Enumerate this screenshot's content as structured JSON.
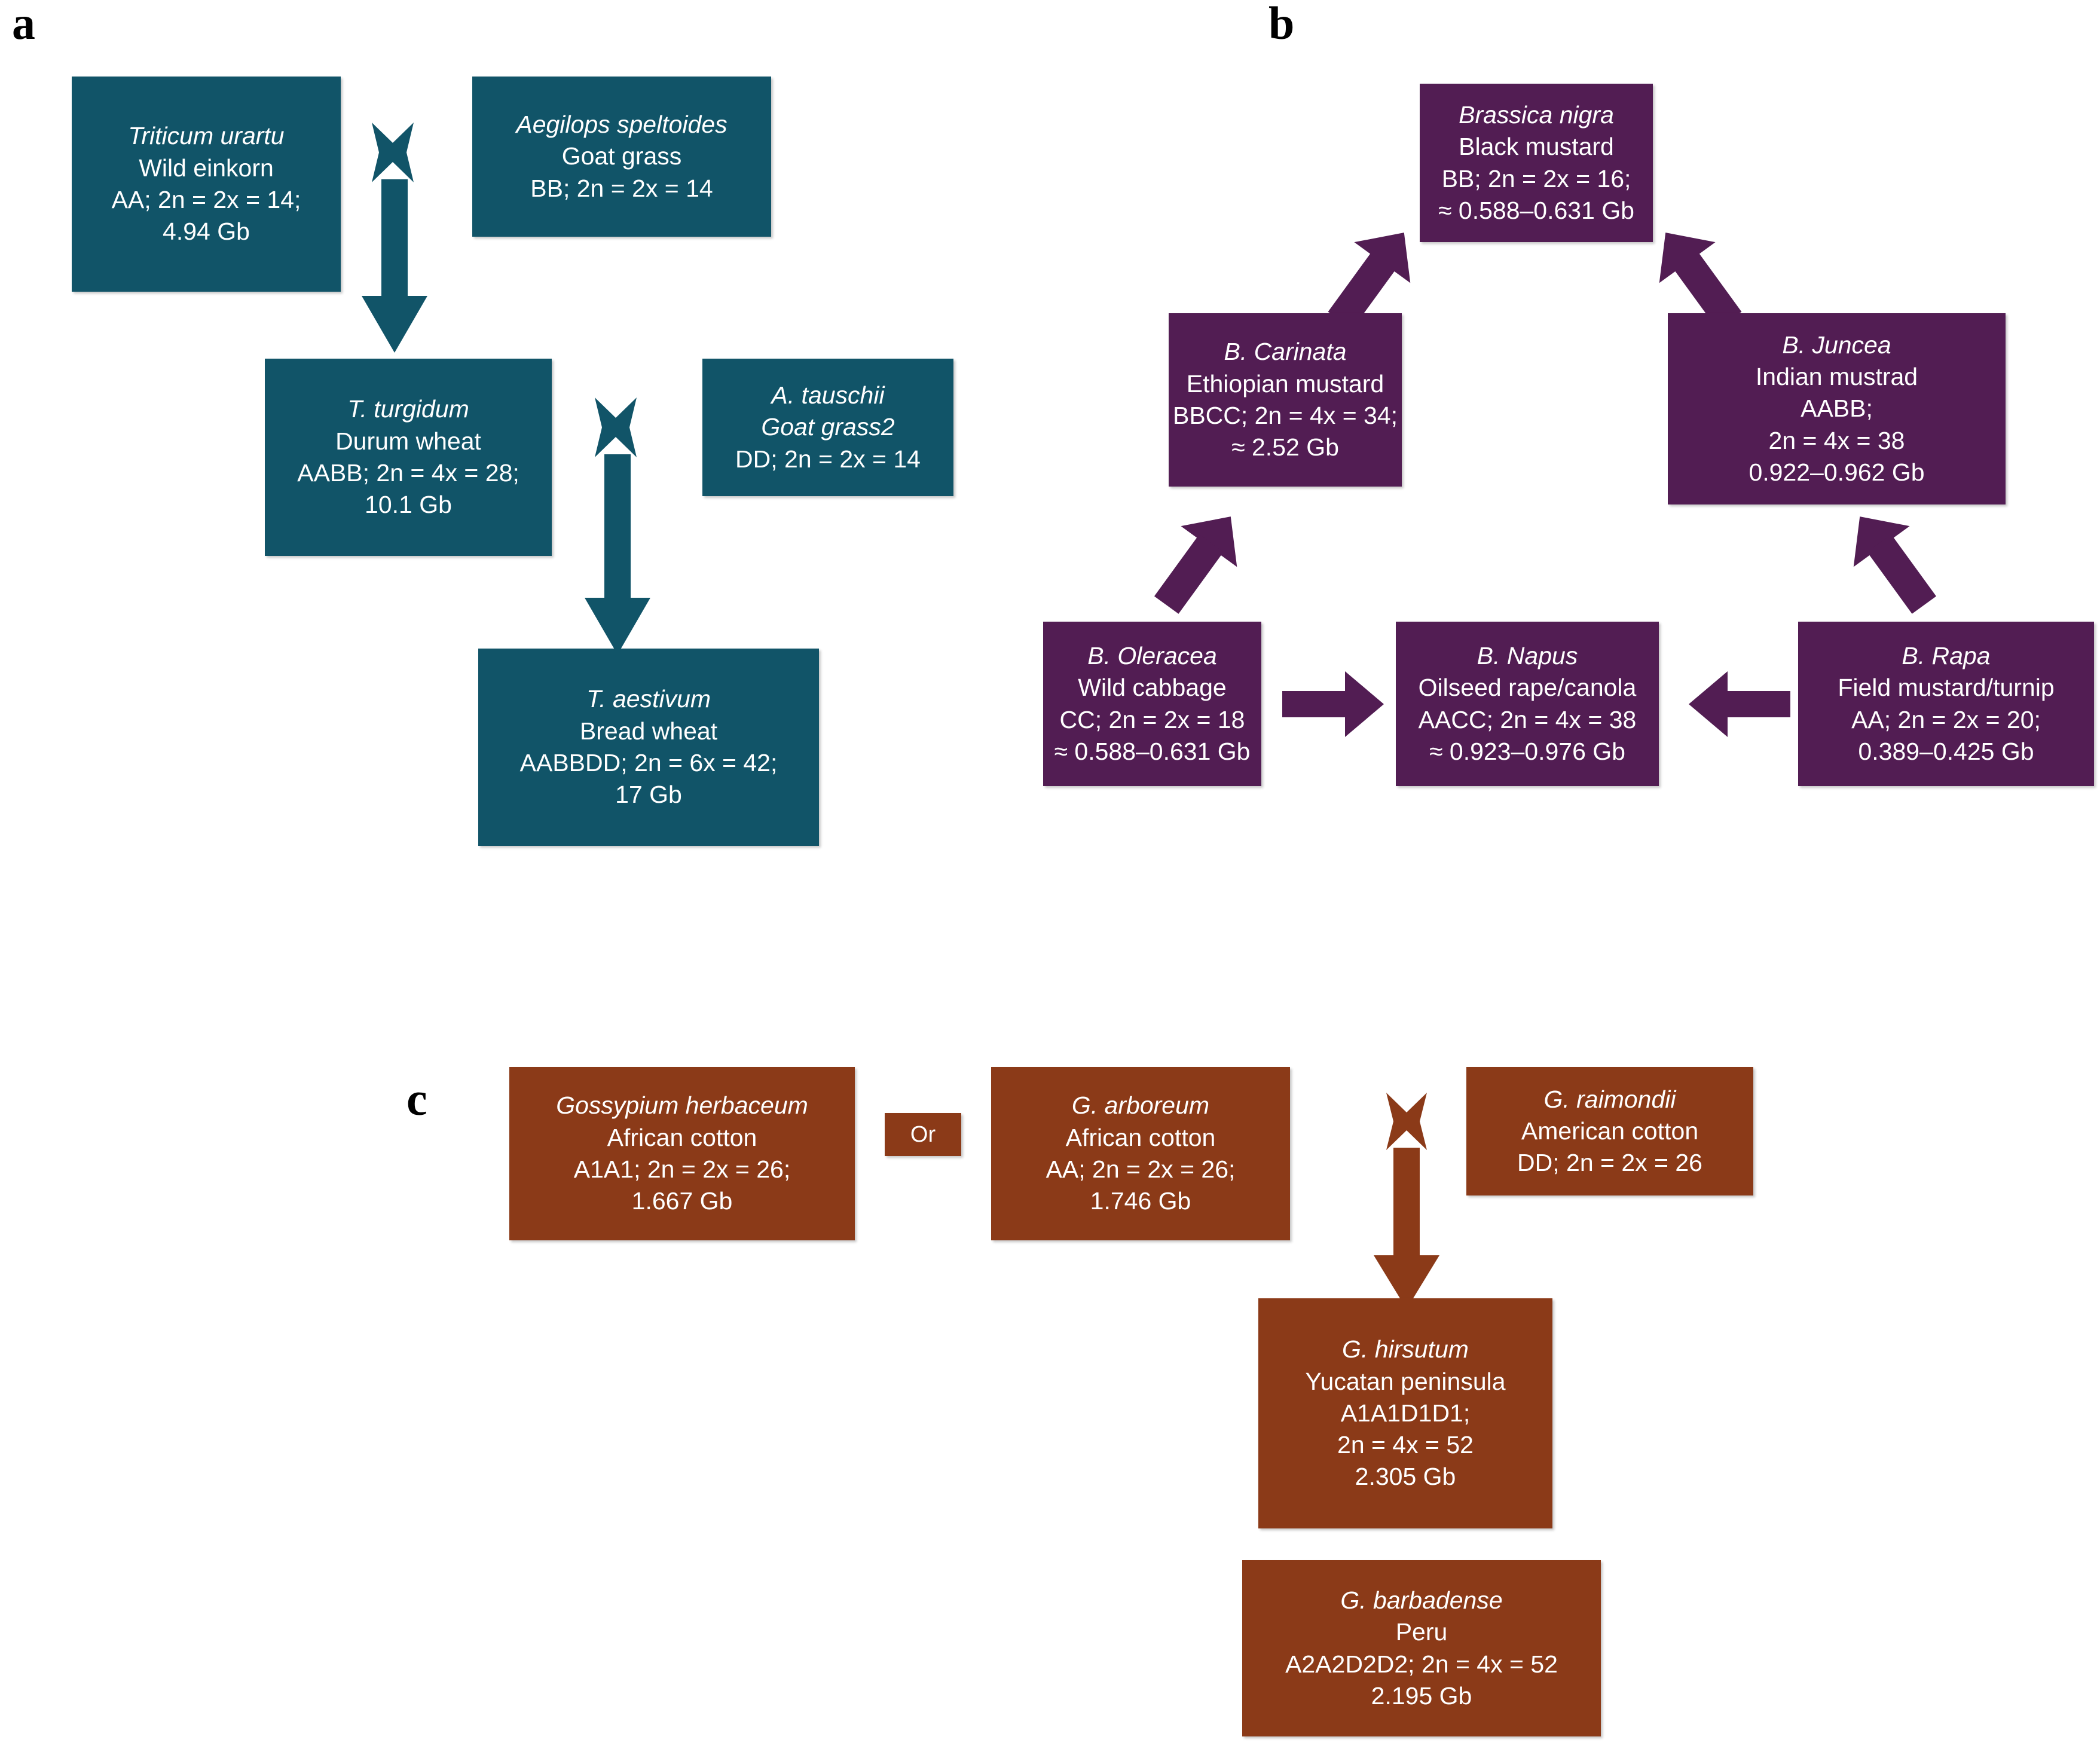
{
  "figure": {
    "panels": [
      {
        "id": "a",
        "letter": "a",
        "theme_color": "#115468",
        "crop": "wheat"
      },
      {
        "id": "b",
        "letter": "b",
        "theme_color": "#521D53",
        "crop": "brassica"
      },
      {
        "id": "c",
        "letter": "c",
        "theme_color": "#8B3A18",
        "crop": "cotton"
      }
    ]
  },
  "panel_a": {
    "letter": "a",
    "nodes": {
      "triticum_urartu": {
        "species": "Triticum urartu",
        "common": "Wild einkorn",
        "genome": "AA; 2n = 2x = 14;",
        "size": "4.94 Gb"
      },
      "aegilops_speltoides": {
        "species": "Aegilops speltoides",
        "common": "Goat grass",
        "genome": "BB; 2n = 2x = 14",
        "size": ""
      },
      "t_turgidum": {
        "species": "T. turgidum",
        "common": "Durum wheat",
        "genome": "AABB; 2n = 4x = 28;",
        "size": "10.1 Gb"
      },
      "a_tauschii": {
        "species": "A.   tauschii",
        "common": "Goat grass2",
        "genome": "DD; 2n = 2x = 14",
        "size": ""
      },
      "t_aestivum": {
        "species": "T. aestivum",
        "common": "Bread wheat",
        "genome": "AABBDD; 2n = 6x = 42;",
        "size": "17 Gb"
      }
    },
    "crosses": [
      {
        "name": "cross-urartu-speltoides",
        "symbol": "×"
      },
      {
        "name": "cross-turgidum-tauschii",
        "symbol": "×"
      }
    ]
  },
  "panel_b": {
    "letter": "b",
    "nodes": {
      "brassica_nigra": {
        "species": "Brassica nigra",
        "common": "Black mustard",
        "genome": "BB; 2n = 2x = 16;",
        "size": "≈ 0.588–0.631 Gb"
      },
      "b_carinata": {
        "species": "B. Carinata",
        "common": "Ethiopian mustard",
        "genome": "BBCC; 2n = 4x = 34;",
        "size": "≈ 2.52 Gb"
      },
      "b_juncea": {
        "species": "B. Juncea",
        "common": "Indian mustrad",
        "genome": "AABB;",
        "genome2": "2n = 4x = 38",
        "size": "0.922–0.962 Gb"
      },
      "b_oleracea": {
        "species": "B. Oleracea",
        "common": "Wild cabbage",
        "genome": "CC; 2n = 2x = 18",
        "size": "≈ 0.588–0.631 Gb"
      },
      "b_napus": {
        "species": "B. Napus",
        "common": "Oilseed rape/canola",
        "genome": "AACC; 2n = 4x = 38",
        "size": "≈ 0.923–0.976 Gb"
      },
      "b_rapa": {
        "species": "B. Rapa",
        "common": "Field mustard/turnip",
        "genome": "AA; 2n = 2x = 20;",
        "size": "0.389–0.425 Gb"
      }
    }
  },
  "panel_c": {
    "letter": "c",
    "or_label": "Or",
    "nodes": {
      "gossypium_herbaceum": {
        "species": "Gossypium herbaceum",
        "common": "African cotton",
        "genome": "A1A1; 2n = 2x = 26;",
        "size": "1.667 Gb"
      },
      "g_arboreum": {
        "species": "G. arboreum",
        "common": "African cotton",
        "genome": "AA; 2n = 2x = 26;",
        "size": "1.746  Gb"
      },
      "g_raimondii": {
        "species": "G. raimondii",
        "common": "American cotton",
        "genome": "DD; 2n = 2x = 26",
        "size": ""
      },
      "g_hirsutum": {
        "species": "G. hirsutum",
        "common": "Yucatan peninsula",
        "genome": "A1A1D1D1;",
        "genome2": "2n = 4x = 52",
        "size": "2.305 Gb"
      },
      "g_barbadense": {
        "species": "G. barbadense",
        "common": "Peru",
        "genome": "A2A2D2D2; 2n = 4x = 52",
        "size": "2.195 Gb"
      }
    },
    "crosses": [
      {
        "name": "cross-arboreum-raimondii",
        "symbol": "×"
      }
    ]
  },
  "colors": {
    "wheat_teal": "#115468",
    "brassica_purple": "#521D53",
    "cotton_brown": "#8B3A18",
    "text_white": "#FFFFFF",
    "background": "#FFFFFF"
  }
}
